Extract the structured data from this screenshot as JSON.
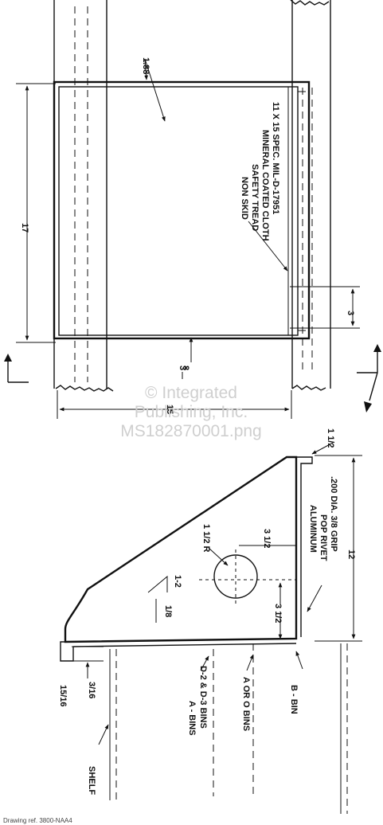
{
  "top_view": {
    "dim_188": "1.88",
    "dim_17": "17",
    "dim_3": "3",
    "dim_15": "15",
    "dim_38_num": "3",
    "dim_38_den": "8",
    "tread_note": [
      "NON SKID",
      "SAFETY TREAD",
      "MINERAL COATED CLOTH",
      "11 X 15 SPEC. MIL-D-17951"
    ]
  },
  "side_view": {
    "dim_12": "12",
    "dim_112": "1 1/2",
    "dim_312_upper": "3 1/2",
    "dim_312_lower": "3 1/2",
    "dim_radius": "1 1/2 R",
    "weld_size": "1/8",
    "weld_spacing": "1-2",
    "dim_1516": "15/16",
    "dim_316": "3/16",
    "rivet_note": [
      "ALUMINUM",
      "POP RIVET",
      ".200 DIA. 3/8 GRIP"
    ],
    "labels": {
      "shelf": "SHELF",
      "a_bins": "A - BINS",
      "d_bins": "D-2 & D-3 BINS",
      "ao_bins": "A OR O BINS",
      "b_bin": "B - BIN"
    }
  },
  "watermark": [
    "© Integrated",
    "Publishing, Inc.",
    "MS182870001.png"
  ],
  "footer": {
    "reference": "Drawing ref. 3800-NAA4"
  }
}
